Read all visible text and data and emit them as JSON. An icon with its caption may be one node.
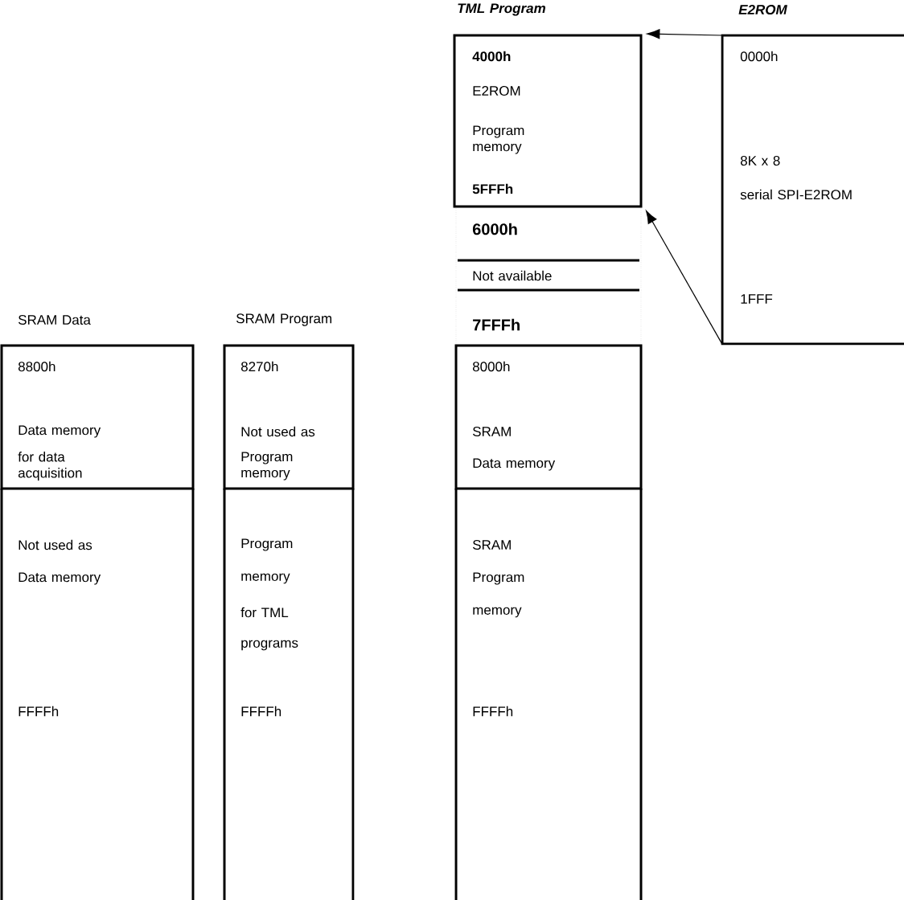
{
  "diagram": {
    "nodes": [
      {
        "text": [
          "TML Program",
          "4000h",
          "E2ROM",
          "Program memory",
          "5FFFh"
        ]
      },
      {
        "text": [
          "E2ROM",
          "0000h",
          "8K x 8",
          "serial SPI-E2ROM",
          "1FFF"
        ]
      },
      {
        "text": [
          "6000h"
        ]
      },
      {
        "text": [
          "Not available"
        ]
      },
      {
        "text": [
          "7FFFh"
        ]
      },
      {
        "text": [
          "SRAM Data",
          "8800h",
          "Data memory",
          "for data acquisition"
        ]
      },
      {
        "text": [
          "Not used as",
          "Data memory",
          "FFFFh"
        ]
      },
      {
        "text": [
          "SRAM Program",
          "8270h",
          "Not used as",
          "Program memory"
        ]
      },
      {
        "text": [
          "Program",
          "memory",
          "for TML",
          "programs",
          "FFFFh"
        ]
      },
      {
        "text": [
          "8000h",
          "SRAM",
          "Data memory"
        ]
      },
      {
        "text": [
          "SRAM",
          "Program",
          "memory",
          "FFFFh"
        ]
      }
    ],
    "edges": [
      {
        "from": 1,
        "to": 0,
        "arrow": "to"
      },
      {
        "from": 1,
        "to": 0,
        "arrow": "to"
      }
    ]
  }
}
